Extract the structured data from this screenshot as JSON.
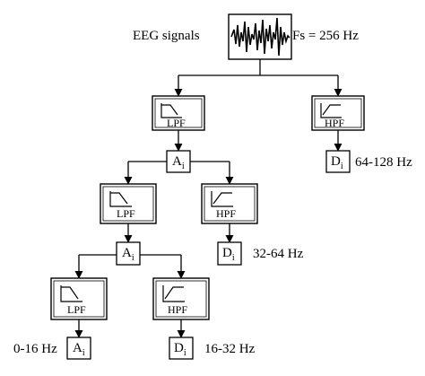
{
  "signal": {
    "label": "EEG signals",
    "sampling": "Fs = 256 Hz"
  },
  "filters": {
    "lowpass": "LPF",
    "highpass": "HPF"
  },
  "coefficients": {
    "approx_base": "A",
    "detail_base": "D",
    "subscript": "i"
  },
  "bands": {
    "level1_detail": "64-128 Hz",
    "level2_detail": "32-64 Hz",
    "level3_approx": "0-16 Hz",
    "level3_detail": "16-32 Hz"
  }
}
